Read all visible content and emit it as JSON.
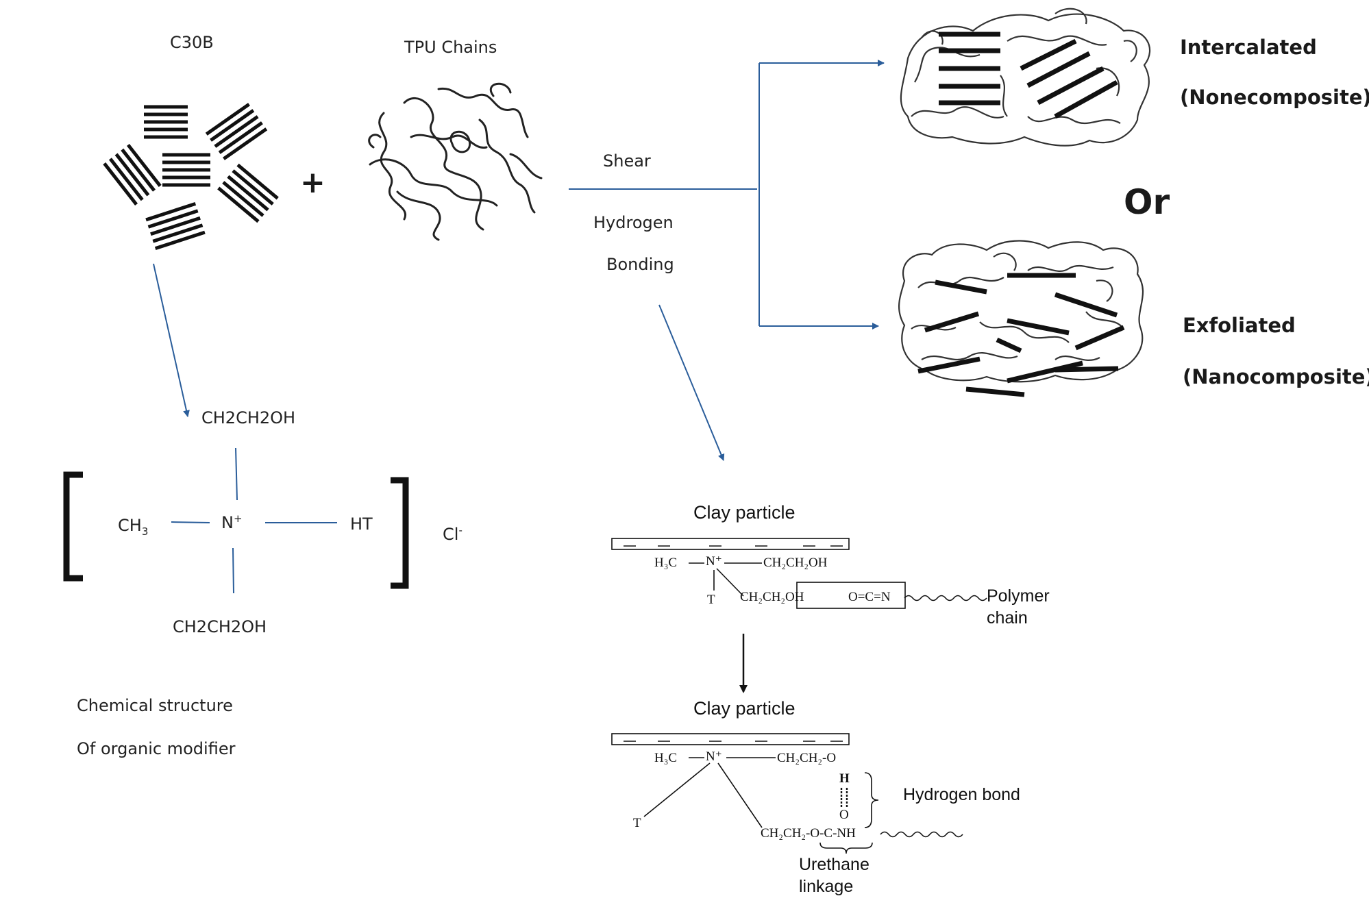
{
  "top": {
    "c30b": "C30B",
    "tpu_chains": "TPU Chains",
    "plus": "+",
    "shear": "Shear",
    "hydrogen": "Hydrogen",
    "bonding": "Bonding",
    "or": "Or"
  },
  "outcomes": {
    "intercalated": "Intercalated",
    "intercalated_sub": "(Nonecomposite)",
    "exfoliated": "Exfoliated",
    "exfoliated_sub": "(Nanocomposite)"
  },
  "modifier": {
    "top_group": "CH2CH2OH",
    "bottom_group": "CH2CH2OH",
    "ch3": "CH",
    "ch3_sub": "3",
    "nitrogen": "N",
    "nitrogen_charge": "+",
    "ht": "HT",
    "counter_ion": "Cl",
    "counter_charge": "-",
    "caption_line1": "Chemical structure",
    "caption_line2": "Of organic modifier"
  },
  "reaction": {
    "clay_particle_1": "Clay particle",
    "clay_particle_2": "Clay particle",
    "h3c": "H₃C",
    "n_plus": "N⁺",
    "ch2ch2oh": "CH₂CH₂OH",
    "t1": "T",
    "ch2ch2oh_lower": "CH₂CH₂OH",
    "isocyanate": "O=C=N",
    "polymer_chain": "Polymer chain",
    "polymer": "Polymer",
    "chain": "chain",
    "h3c_2": "H₃C",
    "n_plus_2": "N⁺",
    "ch2ch2o": "CH₂CH₂-O",
    "h_atom": "H",
    "o_atom": "O",
    "t2": "T",
    "urethane_chain": "CH₂CH₂-O-C-NH",
    "hydrogen_bond": "Hydrogen bond",
    "urethane": "Urethane",
    "linkage": "linkage"
  },
  "colors": {
    "arrow_blue": "#2a5d9a",
    "ink": "#111111"
  }
}
